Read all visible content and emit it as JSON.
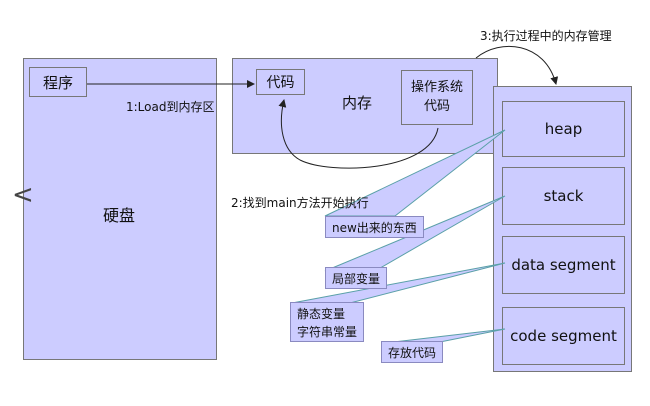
{
  "disk": {
    "label": "硬盘",
    "program": "程序"
  },
  "memory": {
    "label": "内存",
    "code": "代码",
    "os_code": "操作系统\n代码"
  },
  "steps": {
    "load": "1:Load到内存区",
    "find_main": "2:找到main方法开始执行",
    "exec": "3:执行过程中的内存管理"
  },
  "segments": [
    {
      "name": "heap"
    },
    {
      "name": "stack"
    },
    {
      "name": "data segment"
    },
    {
      "name": "code segment"
    }
  ],
  "callouts": {
    "heap": "new出来的东西",
    "stack": "局部变量",
    "data": "静态变量\n字符串常量",
    "code": "存放代码"
  },
  "nav": {
    "back": "<"
  }
}
